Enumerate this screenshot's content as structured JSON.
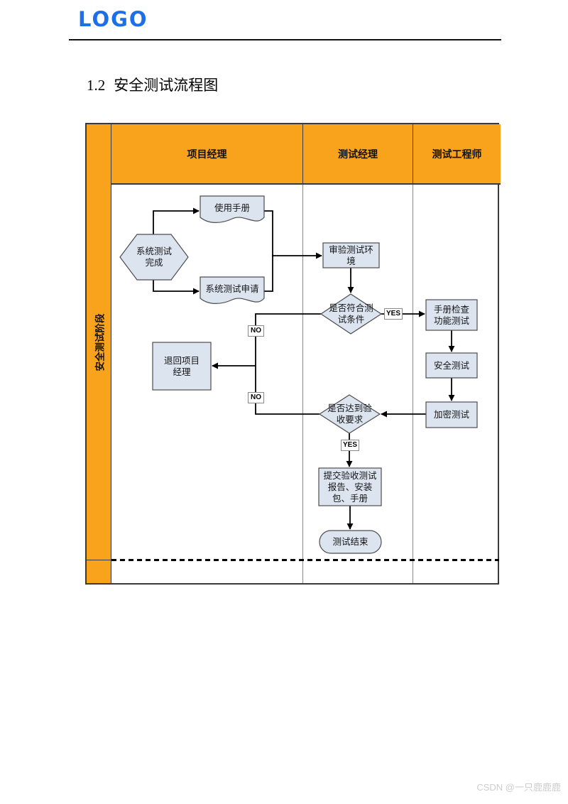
{
  "page": {
    "logo": "LOGO",
    "watermark": "CSDN @一只鹿鹿鹿"
  },
  "heading": {
    "number": "1.2",
    "title": "安全测试流程图"
  },
  "flowchart": {
    "phase_label": "安全测试阶段",
    "lanes": [
      {
        "label": "项目经理"
      },
      {
        "label": "测试经理"
      },
      {
        "label": "测试工程师"
      }
    ],
    "nodes": {
      "system_test_done": "系统测试\n完成",
      "user_manual": "使用手册",
      "system_test_request": "系统测试申请",
      "review_test_env": "审验测试环\n境",
      "meets_test_conditions": "是否符合测\n试条件",
      "manual_check_function_test": "手册检查\n功能测试",
      "security_test": "安全测试",
      "encryption_test": "加密测试",
      "meets_acceptance": "是否达到验\n收要求",
      "return_to_pm": "退回项目\n经理",
      "submit_deliverables": "提交验收测试\n报告、安装\n包、手册",
      "test_end": "测试结束"
    },
    "edge_labels": {
      "yes1": "YES",
      "no1": "NO",
      "no2": "NO",
      "yes2": "YES"
    },
    "colors": {
      "lane_header_orange": "#f9a21c",
      "node_fill": "#dce4f0",
      "node_border": "#4d4d4d",
      "connector": "#000000",
      "logo_blue": "#1c6fe8"
    }
  }
}
